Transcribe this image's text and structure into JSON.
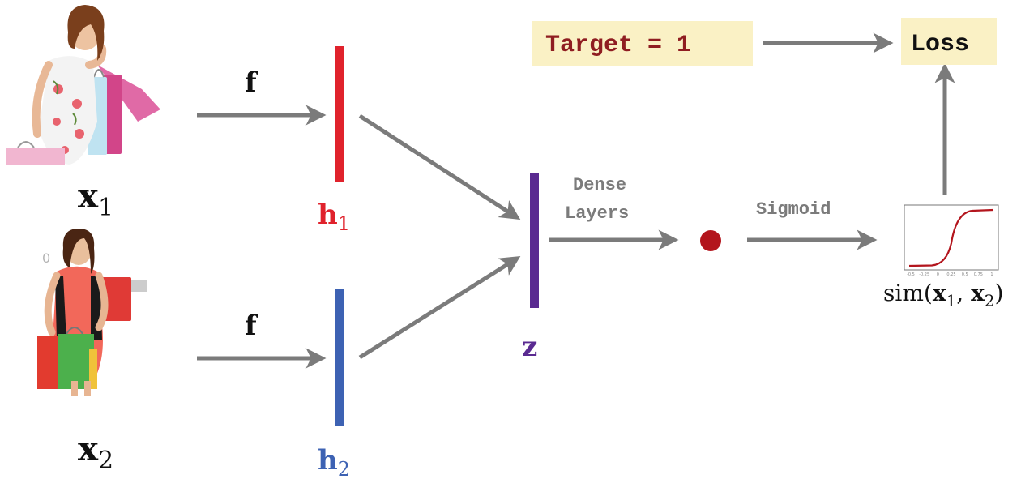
{
  "inputs": [
    {
      "label": "x",
      "sub": "1",
      "icon": "woman-with-shopping-bags-icon"
    },
    {
      "label": "x",
      "sub": "2",
      "icon": "woman-with-shopping-bags-icon"
    }
  ],
  "encoder": {
    "label": "f"
  },
  "embeddings": [
    {
      "label": "h",
      "sub": "1",
      "color": "#e0222c"
    },
    {
      "label": "h",
      "sub": "2",
      "color": "#3d62b3"
    }
  ],
  "combined": {
    "label": "z",
    "color": "#5a2a91"
  },
  "dense": {
    "line1": "Dense",
    "line2": "Layers"
  },
  "node": {
    "color": "#b3151d"
  },
  "sigmoid": {
    "label": "Sigmoid",
    "curve_color": "#b3151d",
    "tick_labels": [
      "-0.5",
      "-0.25",
      "0",
      "0.25",
      "0.5",
      "0.75",
      "1"
    ]
  },
  "similarity": {
    "func": "sim",
    "open": "(",
    "a": "x",
    "a_sub": "1",
    "sep": ", ",
    "b": "x",
    "b_sub": "2",
    "close": ")"
  },
  "target": {
    "text": "Target = 1",
    "text_color": "#8f1d21",
    "bg": "#faf1c5"
  },
  "loss": {
    "text": "Loss",
    "bg": "#faf1c5"
  },
  "colors": {
    "arrow": "#7b7b7b",
    "text": "#111111"
  }
}
